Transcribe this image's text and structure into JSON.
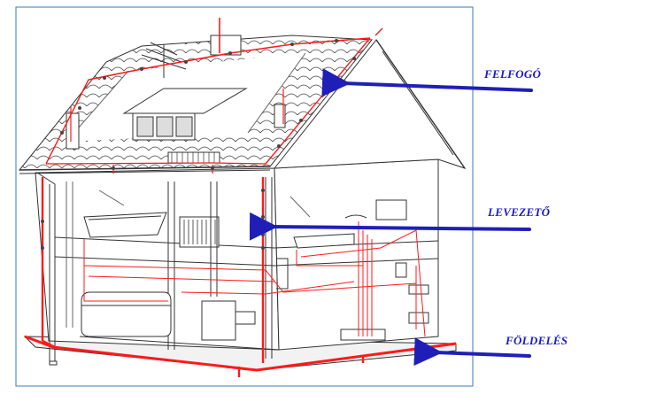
{
  "labels": {
    "air_terminal": "FELFOGÓ",
    "down_conductor": "LEVEZETŐ",
    "earthing": "FÖLDELÉS"
  },
  "colors": {
    "lightning_conductor": "#ff1a1a",
    "callout_arrow": "#1f1fb8",
    "callout_text": "#1a1acc",
    "frame": "#3a7ab8",
    "outline": "#333333"
  },
  "icons": [
    "tv-antenna-icon",
    "chimney-icon",
    "dormer-window-icon",
    "sink-icon",
    "radiator-icon",
    "boiler-icon",
    "water-tank-icon",
    "electric-meter-icon",
    "shower-head-icon"
  ]
}
